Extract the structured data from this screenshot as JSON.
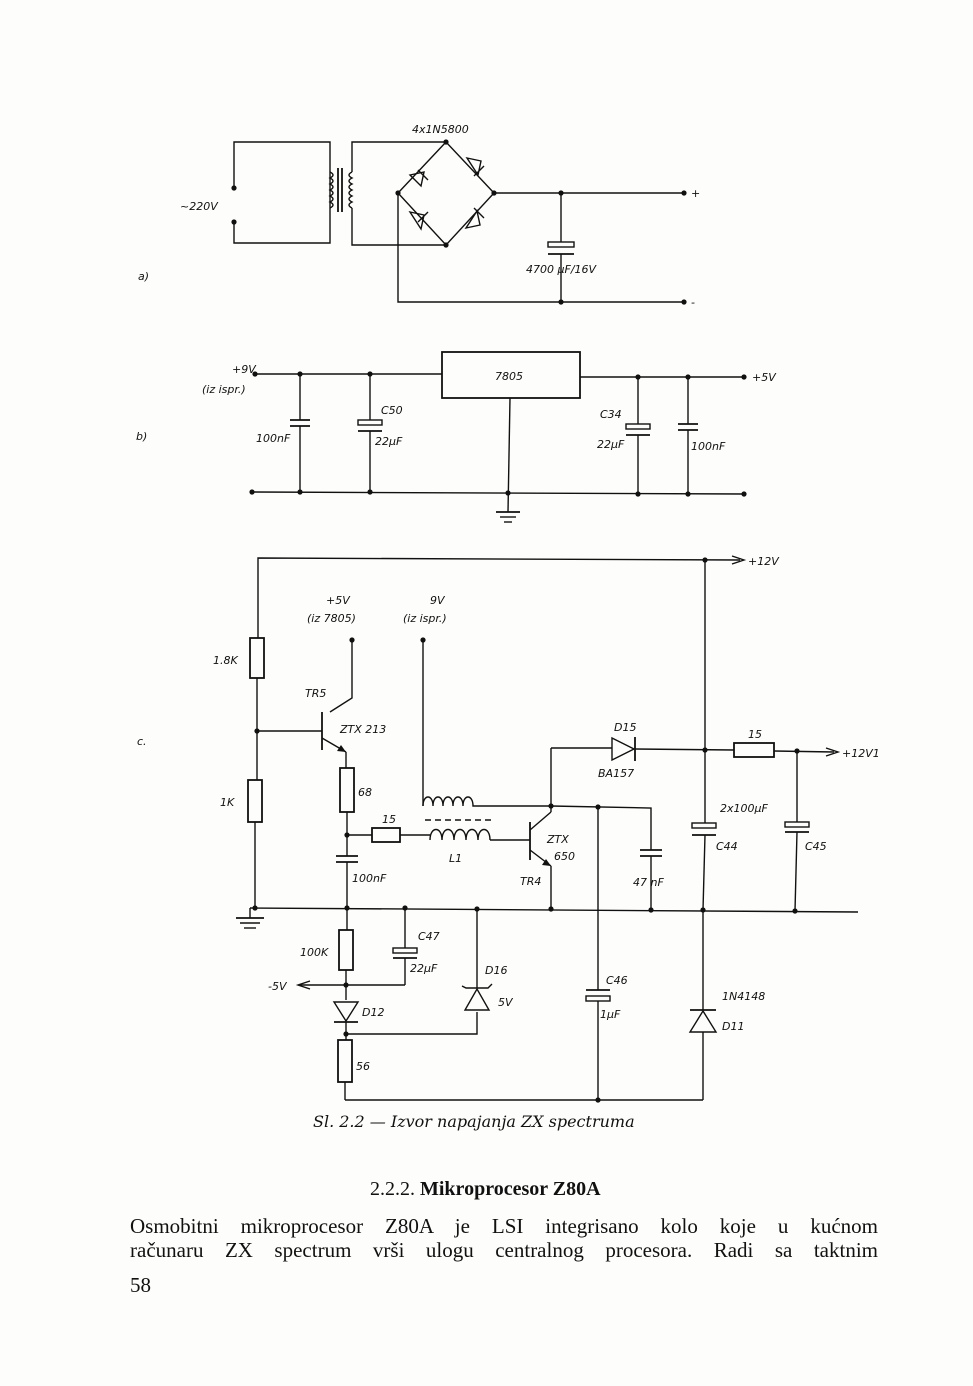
{
  "figure": {
    "part_a": {
      "part_label": "a)",
      "mains_label": "~220V",
      "bridge_label": "4x1N5800",
      "cap_label": "4700 µF/16V",
      "plus_label": "+",
      "minus_label": "-"
    },
    "part_b": {
      "part_label": "b)",
      "input_label": "+9V",
      "input_source": "(iz ispr.)",
      "regulator_label": "7805",
      "output_label": "+5V",
      "c_in_label": "100nF",
      "c50_name": "C50",
      "c50_value": "22µF",
      "c34_name": "C34",
      "c34_value": "22µF",
      "c_out_label": "100nF"
    },
    "part_c": {
      "part_label": "c.",
      "rail_12v": "+12V",
      "supply_5v": "+5V",
      "supply_5v_source": "(iz 7805)",
      "supply_9v": "9V",
      "supply_9v_source": "(iz ispr.)",
      "r_1k8": "1.8K",
      "r_1k": "1K",
      "tr5_name": "TR5",
      "tr5_type": "ZTX 213",
      "r_68": "68",
      "r_15_base": "15",
      "l1_name": "L1",
      "c_100nf": "100nF",
      "tr4_type_a": "ZTX",
      "tr4_type_b": "650",
      "tr4_name": "TR4",
      "d15_name": "D15",
      "d15_type": "BA157",
      "r_15_out": "15",
      "out_12v1": "+12V1",
      "c44_value": "2x100µF",
      "c44_name": "C44",
      "c45_name": "C45",
      "c_47nf": "47 nF",
      "r_100k": "100K",
      "c47_name": "C47",
      "c47_value": "22µF",
      "minus5v": "-5V",
      "d12_name": "D12",
      "d16_name": "D16",
      "d16_value": "5V",
      "c46_name": "C46",
      "c46_value": "1µF",
      "d11_type": "1N4148",
      "d11_name": "D11",
      "r_56": "56"
    },
    "caption": "Sl. 2.2 — Izvor napajanja ZX spectruma"
  },
  "section": {
    "number": "2.2.2.",
    "title": "Mikroprocesor Z80A"
  },
  "body": {
    "line1": "Osmobitni mikroprocesor Z80A je LSI integrisano kolo koje u kućnom",
    "line2": "računaru ZX spectrum vrši ulogu centralnog procesora. Radi sa taktnim"
  },
  "page_number": "58"
}
